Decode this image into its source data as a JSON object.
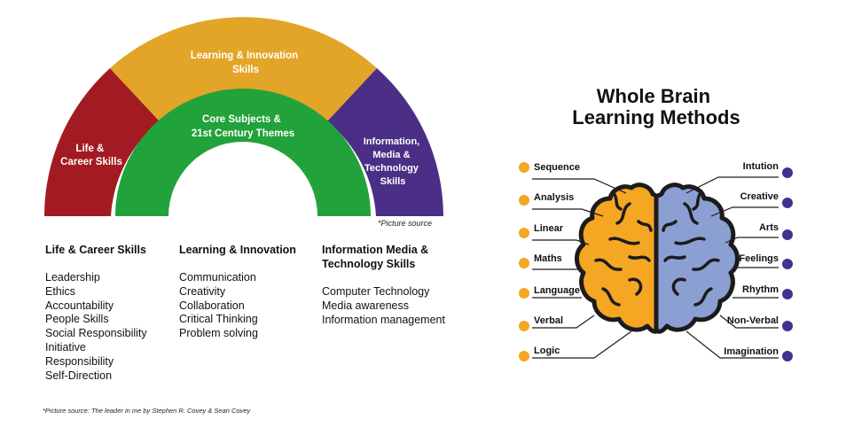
{
  "skills_arch": {
    "outer_left": "Life & Career Skills",
    "outer_left_lines": [
      "Life &",
      "Career Skills"
    ],
    "top": "Learning & Innovation Skills",
    "top_lines": [
      "Learning & Innovation",
      "Skills"
    ],
    "outer_right": "Information, Media & Technology Skills",
    "outer_right_lines": [
      "Information,",
      "Media &",
      "Technology",
      "Skills"
    ],
    "inner": "Core Subjects & 21st Century Themes",
    "inner_lines": [
      "Core Subjects &",
      "21st Century Themes"
    ],
    "picture_source_tag": "*Picture source",
    "colors": {
      "left": "#a31b22",
      "top": "#e3a527",
      "right": "#4b2f86",
      "inner": "#22a23a"
    }
  },
  "columns": [
    {
      "title": "Life & Career Skills",
      "items": [
        "Leadership",
        "Ethics",
        "Accountability",
        "People Skills",
        "Social Responsibility",
        "Initiative",
        "Responsibility",
        "Self-Direction"
      ]
    },
    {
      "title": "Learning & Innovation",
      "items": [
        "Communication",
        "Creativity",
        "Collaboration",
        "Critical Thinking",
        "Problem solving"
      ]
    },
    {
      "title_lines": [
        "Information Media &",
        "Technology Skills"
      ],
      "items": [
        "Computer Technology",
        "Media awareness",
        "Information management"
      ]
    }
  ],
  "footnote": "*Picture source: The leader in me by Stephen R. Covey & Sean Covey",
  "brain": {
    "title_lines": [
      "Whole Brain",
      "Learning Methods"
    ],
    "left_labels": [
      "Sequence",
      "Analysis",
      "Linear",
      "Maths",
      "Language",
      "Verbal",
      "Logic"
    ],
    "right_labels": [
      "Intution",
      "Creative",
      "Arts",
      "Feelings",
      "Rhythm",
      "Non-Verbal",
      "Imagination"
    ],
    "colors": {
      "left": "#f5a623",
      "right": "#8b9fd2",
      "left_dot": "#f5a623",
      "right_dot": "#3f3390"
    }
  }
}
